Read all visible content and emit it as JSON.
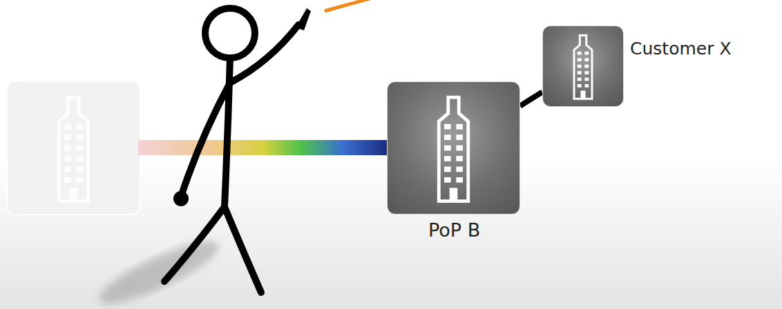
{
  "diagram": {
    "nodes": [
      {
        "text": [
          "PoP B"
        ]
      },
      {
        "text": [
          "Customer X"
        ]
      }
    ],
    "edges": [
      {
        "from": 0,
        "to": 1,
        "arrow": "none"
      }
    ]
  }
}
